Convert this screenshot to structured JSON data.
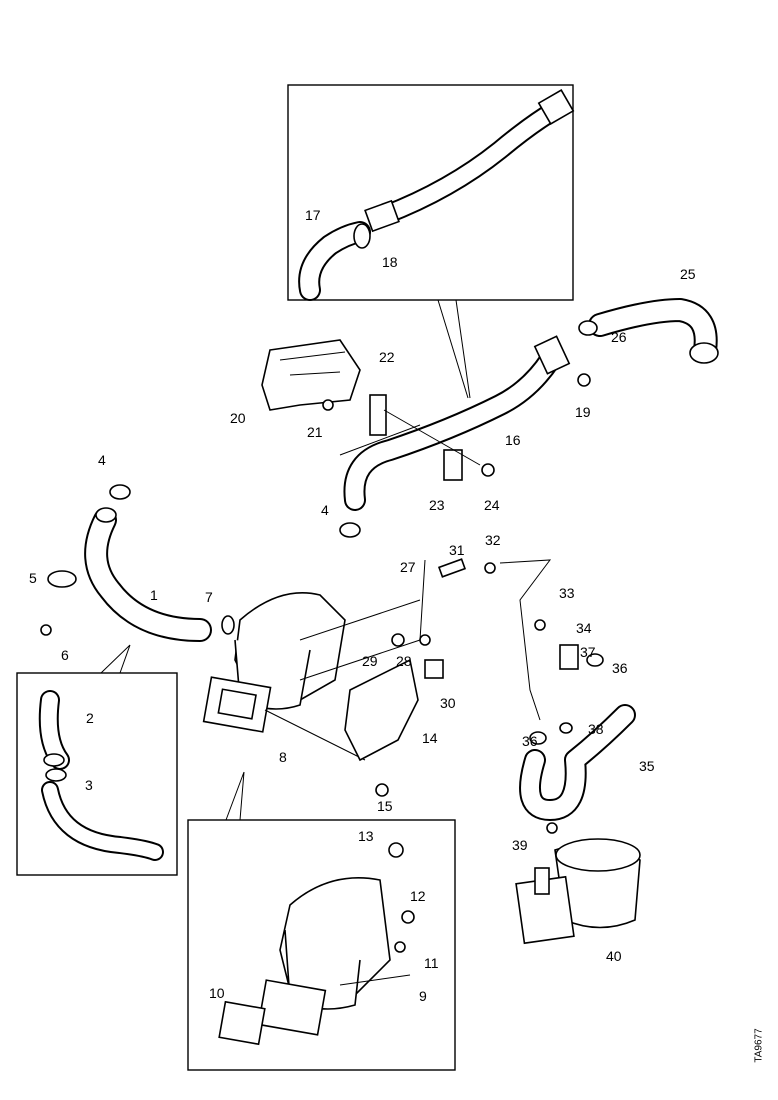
{
  "labels": [
    "1",
    "2",
    "3",
    "4",
    "4",
    "5",
    "6",
    "7",
    "8",
    "9",
    "10",
    "11",
    "12",
    "13",
    "14",
    "15",
    "16",
    "17",
    "18",
    "19",
    "20",
    "21",
    "22",
    "23",
    "24",
    "25",
    "26",
    "27",
    "28",
    "29",
    "30",
    "31",
    "32",
    "33",
    "34",
    "35",
    "36",
    "37",
    "36",
    "38",
    "39",
    "40"
  ],
  "drawing_code": "TA9677"
}
